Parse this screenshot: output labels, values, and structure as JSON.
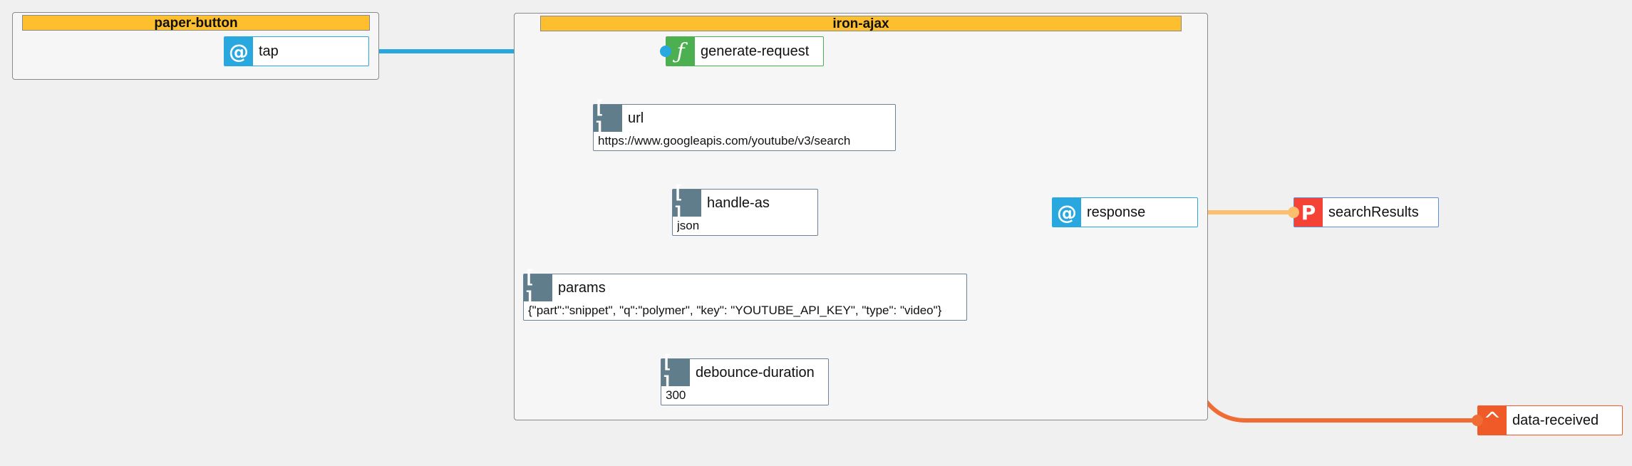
{
  "groups": {
    "paper_button": {
      "title": "paper-button"
    },
    "iron_ajax": {
      "title": "iron-ajax"
    }
  },
  "nodes": {
    "tap": {
      "label": "tap",
      "icon": "at-sign-icon",
      "glyph": "@"
    },
    "generate_request": {
      "label": "generate-request",
      "icon": "function-icon",
      "glyph": "ƒ"
    },
    "response": {
      "label": "response",
      "icon": "at-sign-icon",
      "glyph": "@"
    },
    "search_results": {
      "label": "searchResults",
      "icon": "property-icon",
      "glyph": "P"
    },
    "data_received": {
      "label": "data-received",
      "icon": "caret-icon",
      "glyph": "^"
    }
  },
  "attributes": [
    {
      "name": "url",
      "value": "https://www.googleapis.com/youtube/v3/search"
    },
    {
      "name": "handle-as",
      "value": "json"
    },
    {
      "name": "params",
      "value": "{\"part\":\"snippet\", \"q\":\"polymer\", \"key\": \"YOUTUBE_API_KEY\", \"type\": \"video\"}"
    },
    {
      "name": "debounce-duration",
      "value": "300"
    }
  ],
  "attribute_icon_glyph": "[ ]",
  "colors": {
    "event": "#29a8e0",
    "function": "#4caf50",
    "property": "#f44336",
    "dispatch": "#f05a28",
    "attribute": "#607d8b",
    "group_header": "#fdbf2d",
    "wire_tap": "#29a8e0",
    "wire_search_results": "#fdbe6e",
    "wire_data_received": "#ef6c35"
  }
}
